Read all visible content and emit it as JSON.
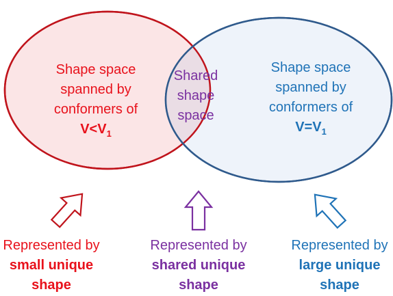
{
  "colors": {
    "red": "#c0141c",
    "red_text": "#e8111b",
    "red_fill": "#fbe5e6",
    "blue": "#2f5a8c",
    "blue_text": "#1f73b7",
    "blue_fill": "#eef3fa",
    "overlap_fill": "#eadde5",
    "purple": "#7a30a0"
  },
  "left_set": {
    "lines": [
      "Shape space",
      "spanned by",
      "conformers of"
    ],
    "symbol": "V<V",
    "subscript": "1"
  },
  "overlap": {
    "lines": [
      "Shared",
      "shape",
      "space"
    ]
  },
  "right_set": {
    "lines": [
      "Shape space",
      "spanned by",
      "conformers of"
    ],
    "symbol": "V=V",
    "subscript": "1"
  },
  "captions": {
    "left": {
      "line1": "Represented by",
      "line2": "small unique",
      "line3": "shape"
    },
    "middle": {
      "line1": "Represented by",
      "line2": "shared unique",
      "line3": "shape"
    },
    "right": {
      "line1": "Represented by",
      "line2": "large unique",
      "line3": "shape"
    }
  },
  "arrows": {
    "left": {
      "icon": "diagonal-up-right-arrow-icon",
      "color": "#c0141c"
    },
    "middle": {
      "icon": "up-arrow-icon",
      "color": "#7a30a0"
    },
    "right": {
      "icon": "diagonal-up-left-arrow-icon",
      "color": "#1f73b7"
    }
  }
}
